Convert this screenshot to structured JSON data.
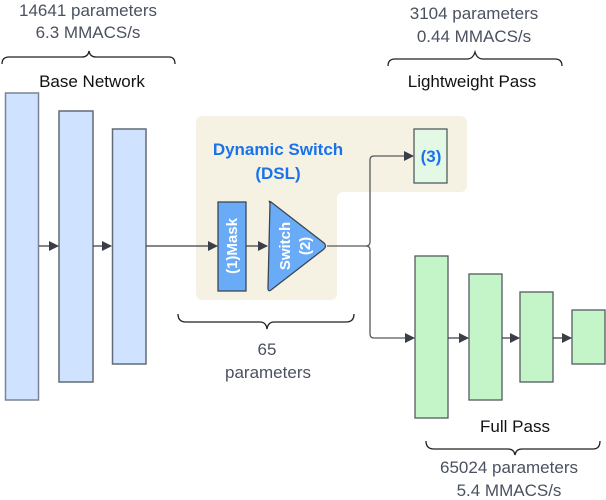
{
  "colors": {
    "base_fill": "#cfe2ff",
    "base_stroke": "#7a8594",
    "full_fill": "#c3f5c8",
    "light_fill": "#e3f9e5",
    "stroke": "#555a60",
    "dsl_bg": "#f6f2e3",
    "dsl_block": "#6aabf7",
    "dsl_title": "#1a73e8",
    "arrow": "#3a3f47"
  },
  "base_network": {
    "params": "14641 parameters",
    "macs": "6.3 MMACS/s",
    "title": "Base Network",
    "layers": 3
  },
  "lightweight_pass": {
    "params": "3104 parameters",
    "macs": "0.44 MMACS/s",
    "title": "Lightweight Pass",
    "block_label": "(3)"
  },
  "dsl": {
    "title_line1": "Dynamic Switch",
    "title_line2": "(DSL)",
    "mask_label": "(1)Mask",
    "switch_label_line1": "Switch",
    "switch_label_line2": "(2)",
    "params_value": "65",
    "params_unit": "parameters"
  },
  "full_pass": {
    "title": "Full Pass",
    "params": "65024 parameters",
    "macs": "5.4 MMACS/s",
    "layers": 4
  }
}
